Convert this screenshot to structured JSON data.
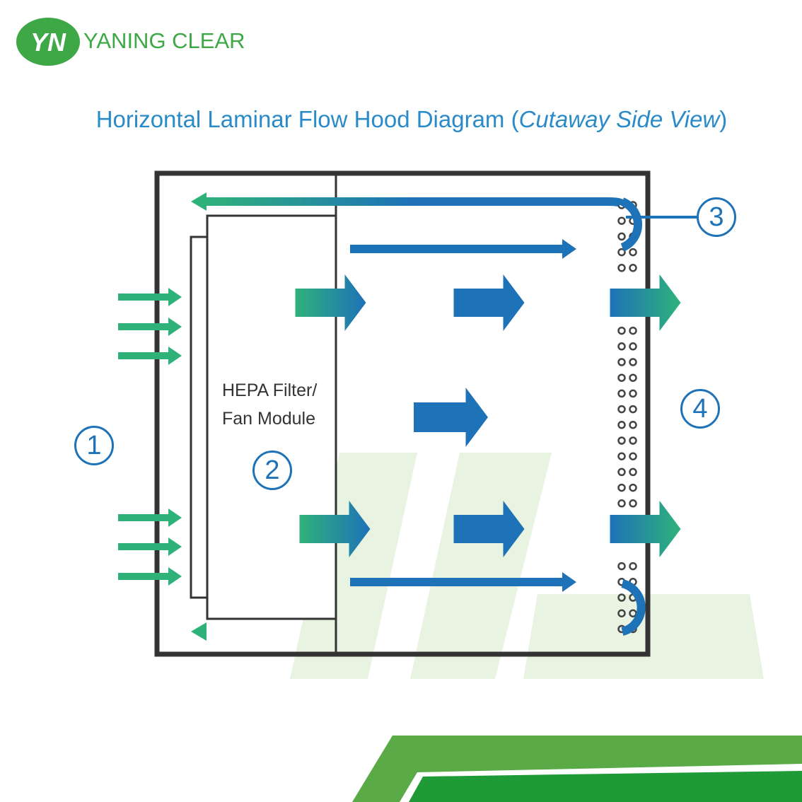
{
  "logo": {
    "mark": "YN",
    "text": "YANING CLEAR"
  },
  "title": {
    "main": "Horizontal Laminar Flow Hood Diagram (",
    "italic": "Cutaway Side View",
    "close": ")"
  },
  "labels": {
    "hepa_line1": "HEPA Filter/",
    "hepa_line2": "Fan Module"
  },
  "callouts": [
    "1",
    "2",
    "3",
    "4"
  ],
  "colors": {
    "brand_green": "#3ea846",
    "flow_blue": "#1e72b8",
    "flow_green": "#2fb27a",
    "frame": "#333333"
  }
}
